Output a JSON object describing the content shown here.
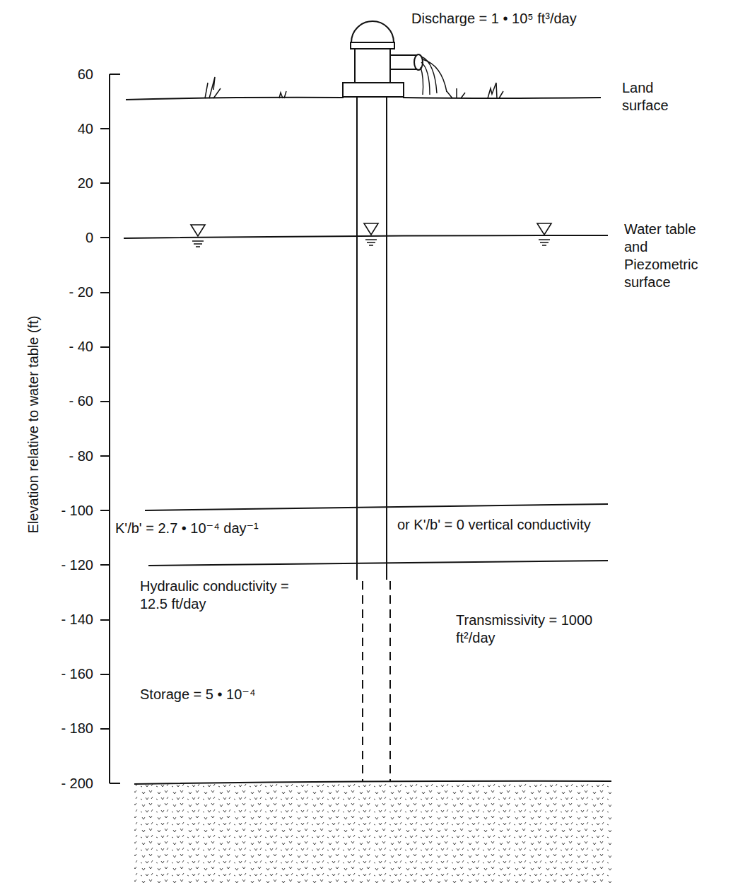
{
  "diagram": {
    "labels": [
      "Discharge = 1 • 10⁵ ft³/day",
      "60",
      "40",
      "20",
      "0",
      "- 20",
      "- 40",
      "- 60",
      "- 80",
      "- 100",
      "- 120",
      "- 140",
      "- 160",
      "- 180",
      "- 200",
      "Elevation relative to water table (ft)",
      "Land surface",
      "Water table and Piezometric surface",
      "K'/b' = 2.7 • 10⁻⁴ day⁻¹",
      "or K'/b' = 0 vertical conductivity",
      "Hydraulic conductivity = 12.5 ft/day",
      "Transmissivity = 1000 ft²/day",
      "Storage = 5 • 10⁻⁴"
    ]
  }
}
